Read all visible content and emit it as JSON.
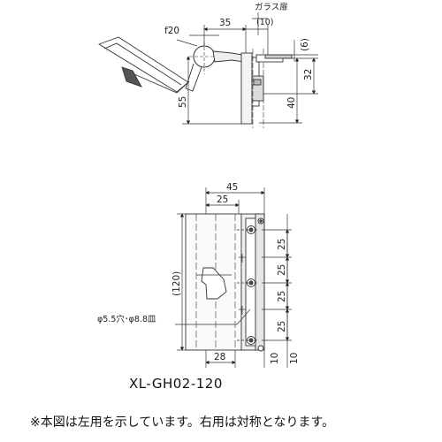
{
  "top_view": {
    "label_glass_door": "ガラス扉",
    "dim_35": "35",
    "dim_10": "(10)",
    "dim_6": "(6)",
    "dim_f20": "f20",
    "dim_32": "32",
    "dim_55": "55",
    "dim_40": "40"
  },
  "front_view": {
    "dim_45": "45",
    "dim_25_top": "25",
    "dim_120": "(120)",
    "dim_25_a": "25",
    "dim_25_b": "25",
    "dim_25_c": "25",
    "dim_25_d": "25",
    "hole_note": "φ5.5穴･φ8.8皿",
    "dim_28": "28",
    "dim_10": "10",
    "dim_10_b": "10"
  },
  "model_code": "XL-GH02-120",
  "footnote": "※本図は左用を示しています。右用は対称となります。"
}
